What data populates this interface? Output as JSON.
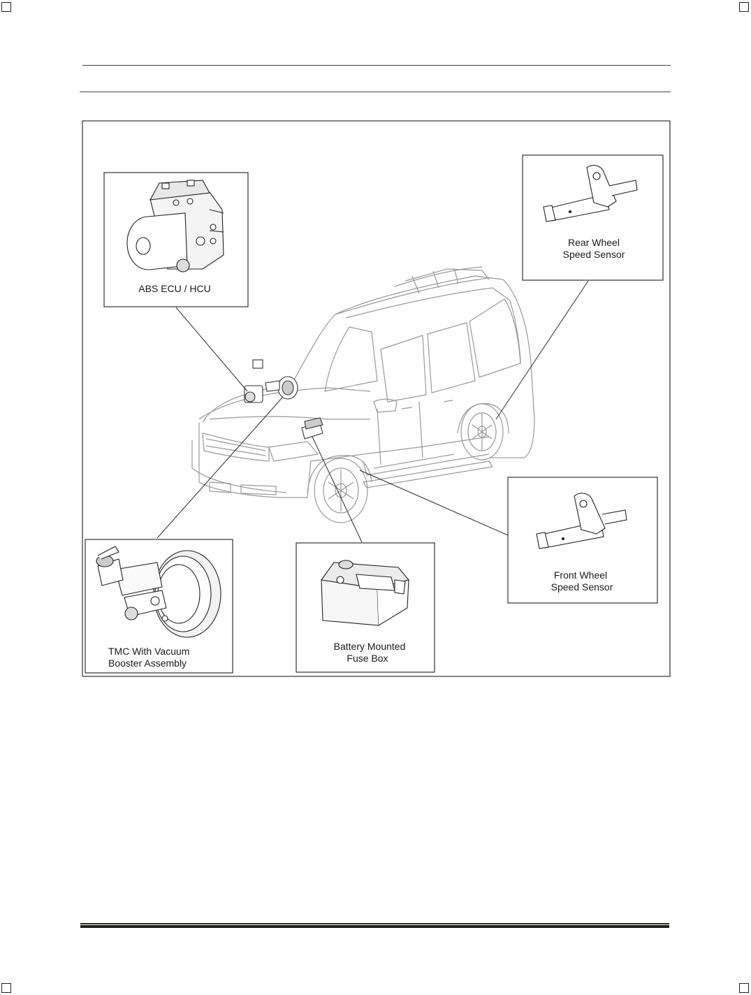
{
  "labels": {
    "abs": "ABS ECU / HCU",
    "rear_line1": "Rear Wheel",
    "rear_line2": "Speed Sensor",
    "front_line1": "Front Wheel",
    "front_line2": "Speed Sensor",
    "tmc_line1": "TMC With Vacuum",
    "tmc_line2": "Booster Assembly",
    "fuse_line1": "Battery Mounted",
    "fuse_line2": "Fuse Box"
  },
  "icons": {
    "vehicle": "suv-line-drawing",
    "abs": "abs-modulator-icon",
    "sensor": "wheel-speed-sensor-icon",
    "booster": "vacuum-booster-icon",
    "fuse": "fuse-box-icon"
  },
  "colors": {
    "line": "#2b2b2b",
    "vehicle_line": "#9a9a9a",
    "frame": "#333333"
  }
}
